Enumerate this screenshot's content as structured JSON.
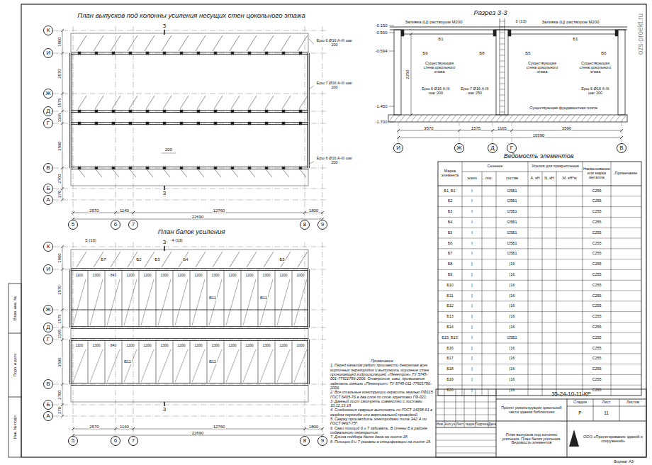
{
  "diagram": {
    "nodes": [
      {
        "text": [
          "К"
        ]
      },
      {
        "text": [
          "И"
        ]
      },
      {
        "text": [
          "Ж"
        ]
      },
      {
        "text": [
          "Д"
        ]
      },
      {
        "text": [
          "Г"
        ]
      },
      {
        "text": [
          "В"
        ]
      },
      {
        "text": [
          "Б"
        ]
      },
      {
        "text": [
          "А"
        ]
      },
      {
        "text": [
          "5"
        ]
      },
      {
        "text": [
          "6"
        ]
      },
      {
        "text": [
          "7"
        ]
      },
      {
        "text": [
          "8"
        ]
      },
      {
        "text": [
          "9"
        ]
      },
      {
        "text": [
          "К"
        ]
      },
      {
        "text": [
          "И"
        ]
      },
      {
        "text": [
          "Ж"
        ]
      },
      {
        "text": [
          "Д"
        ]
      },
      {
        "text": [
          "Г"
        ]
      },
      {
        "text": [
          "В"
        ]
      },
      {
        "text": [
          "Б"
        ]
      },
      {
        "text": [
          "А"
        ]
      },
      {
        "text": [
          "5"
        ]
      },
      {
        "text": [
          "6"
        ]
      },
      {
        "text": [
          "7"
        ]
      },
      {
        "text": [
          "8"
        ]
      },
      {
        "text": [
          "9"
        ]
      },
      {
        "text": [
          "И"
        ]
      },
      {
        "text": [
          "Ж"
        ]
      },
      {
        "text": [
          "Д"
        ]
      },
      {
        "text": [
          "Г"
        ]
      },
      {
        "text": [
          "В"
        ]
      }
    ],
    "labels": [
      "План выпусков под колонны усиления несущих стен цокольного этажа",
      "3",
      "3",
      "Ерш 6 Ø16 А-III шаг 200",
      "Ерш 7 Ø16 А-III шаг 200",
      "Ерш 6 Ø16 А-III шаг 200",
      "1800",
      "2570",
      "1575",
      "1165",
      "3590",
      "2700",
      "270",
      "2570",
      "1140",
      "12760",
      "1800",
      "22690",
      "200",
      "План балок усиления",
      "3",
      "3",
      "1800",
      "2570",
      "1575",
      "1165",
      "3590",
      "2700",
      "270",
      "2570",
      "1140",
      "12760",
      "1800",
      "22690",
      "5 (13)",
      "Б7",
      "Б2",
      "Б3",
      "4 (13)",
      "Б4",
      "Б5",
      "Б11",
      "Б11",
      "Б11",
      "Б11",
      "1100",
      "1300",
      "840",
      "1200",
      "1200",
      "1300",
      "1200",
      "1200",
      "1300",
      "1200",
      "1200",
      "1300",
      "1200",
      "1000",
      "1100",
      "1300",
      "840",
      "1200",
      "1200",
      "1300",
      "1200",
      "1200",
      "1300",
      "1200",
      "1200",
      "1300",
      "1200",
      "1000",
      "Разрез 3-3",
      "3 (13)",
      "Заливка (Ц) раствором М200",
      "Заливка (Ц) раствором М200",
      "-0.150",
      "-0.590",
      "-0.594",
      "-1.450",
      "-1.700",
      "Существующая стена цокольного этажа",
      "Существующая стена цокольного этажа",
      "Существующая стена цокольного этажа",
      "Существующая фундаментная плита",
      "Ерш 6 Ø16 А-III шаг 200",
      "Ерш 7 Ø16 А-III шаг 250",
      "Ерш 6 Ø16 А-III шаг 200",
      "Б1",
      "Б9",
      "Б8",
      "Б5",
      "Б1",
      "Б6",
      "2250",
      "3570",
      "1575",
      "1165",
      "3590",
      "10390",
      "Ведомость элементов",
      "Марка элемента",
      "Сечение",
      "эскиз",
      "поз.",
      "состав",
      "Усилия для прикрепления",
      "А, кН",
      "N, кН",
      "М, кН*м",
      "Наименование или марка металла",
      "Примечание",
      "Б1, Б1'",
      "I",
      "I25Б1",
      "С255",
      "Б2",
      "I",
      "I25Б1",
      "С255",
      "Б3",
      "I",
      "I25Б1",
      "С255",
      "Б4",
      "I",
      "I25Б1",
      "С255",
      "Б5",
      "I",
      "I25Б1",
      "С255",
      "Б6",
      "I",
      "I25Б1",
      "С255",
      "Б7",
      "I",
      "I25Б1",
      "С255",
      "Б8",
      "[",
      "[16",
      "С255",
      "Б9",
      "[",
      "[16",
      "С255",
      "Б10",
      "[",
      "[16",
      "С255",
      "Б11",
      "[",
      "[16",
      "С255",
      "Б12",
      "[",
      "[16",
      "С255",
      "Б13",
      "[",
      "[16",
      "С255",
      "Б14",
      "[",
      "[16",
      "С255",
      "Б15, Б15'",
      "I",
      "I25Б1",
      "С255",
      "Б16",
      "[",
      "[16",
      "С255",
      "Б17",
      "[",
      "[16",
      "С255",
      "Б18",
      "[",
      "[16",
      "С255",
      "Б19",
      "[",
      "[16",
      "С255",
      "Б20",
      "[",
      "[16",
      "С255",
      "Примечания",
      "1. Перед началом работ произвести демонтаж всех кирпичных перегородок и выполнить осушение стен проникающей гидроизоляцией «Пенетрон» ТУ 5745-001-77921756-2006. Отверстия, швы, примыкания заделать смесью «Пенетрит» ТУ 5745-011-77921756-2006.",
      "2. Все стальные конструкции окрасить эмалью ПФ115 ГОСТ 6465-76 в два слоя по слою грунтовки ГФ-021.",
      "3. Данный лист смотреть совместно с листами 10,12,13,18.",
      "4. Соединения сварные выполнять по ГОСТ 14098-91 в каждом перегибе или вертикальной проводкой.",
      "5. Сварку производить электродами типа Э42 А по ГОСТ 9467-75*.",
      "6. Сваи позиций 6 и 7 забивать. В стены Б в районе подвального перекрытия.",
      "7. Длина подбора балок дана на листе 18.",
      "8. Позиции 6 и 7 указаны в спецификации на листе 15.",
      "Изм.",
      "Кол.уч",
      "Лист",
      "№док",
      "Подпись",
      "Дата",
      "35-24-10-11-КР",
      "Проект реконструкции цокольной части здания библиотеки",
      "Стадия",
      "Лист",
      "Листов",
      "Р",
      "11",
      "План выпусков под колонны усиления. План балок усиления. Ведомость элементов",
      "ООО «Проектирование зданий и сооружений»",
      "Формат А3",
      "Взам. инв. №",
      "Подп. и дата",
      "Инв. № подл.",
      "ozs-proekt.ru"
    ]
  }
}
